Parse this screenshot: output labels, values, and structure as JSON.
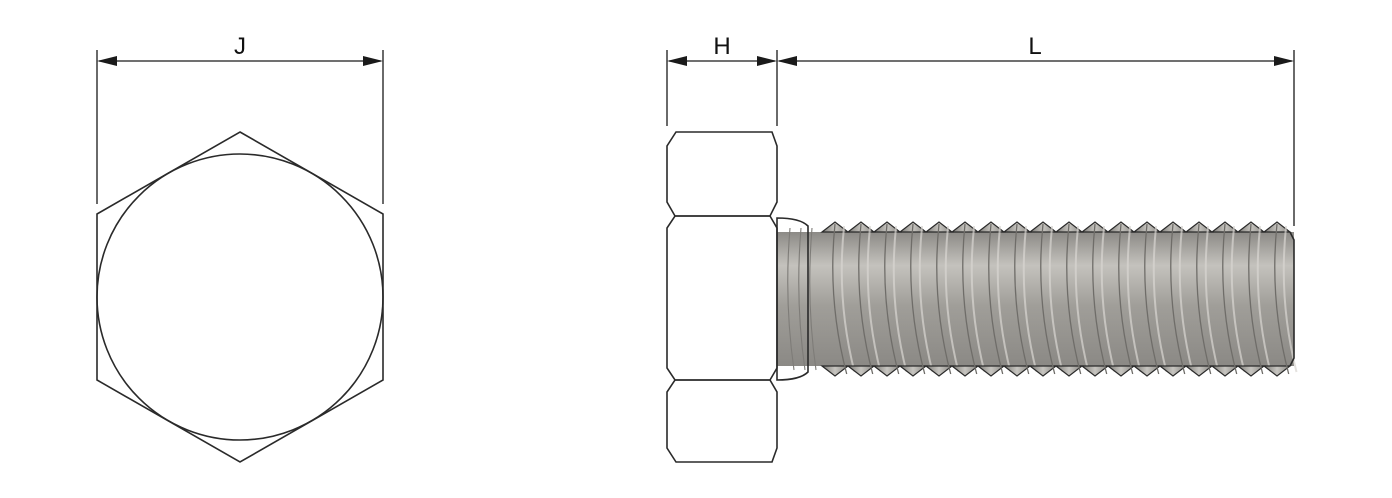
{
  "dimensions": {
    "head_width": "J",
    "head_height": "H",
    "length": "L"
  },
  "colors": {
    "head_face": "#8f8d88",
    "hex_flats": "#9a9893",
    "side_head": "#c9cccc",
    "thread": "#a3a09b",
    "outline": "#2a2a2a"
  },
  "thread_pitch_count": 18
}
